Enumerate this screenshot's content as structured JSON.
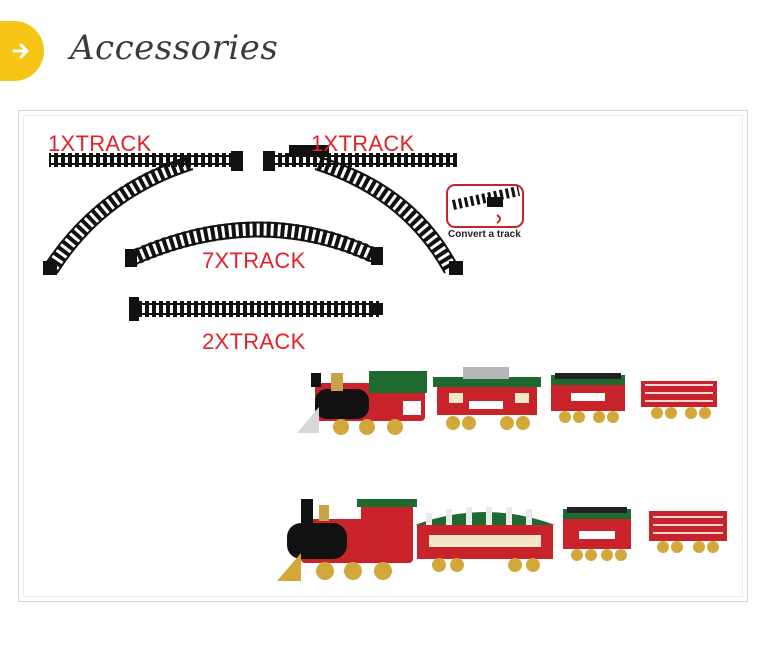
{
  "header": {
    "title": "Accessories",
    "badge_color": "#f6c516",
    "icon": "arrow-right-icon"
  },
  "product_image": {
    "labels": {
      "switch_left": "1XTRACK",
      "switch_right": "1XTRACK",
      "curved": "7XTRACK",
      "straight": "2XTRACK",
      "convert": "Convert a track"
    },
    "label_color": "#e2222a",
    "trains": [
      {
        "name": "train-set-upper",
        "cars": [
          "locomotive",
          "passenger-car",
          "coal-car",
          "cargo-car"
        ]
      },
      {
        "name": "train-set-lower",
        "cars": [
          "locomotive",
          "passenger-car",
          "coal-car",
          "cargo-car"
        ]
      }
    ]
  }
}
